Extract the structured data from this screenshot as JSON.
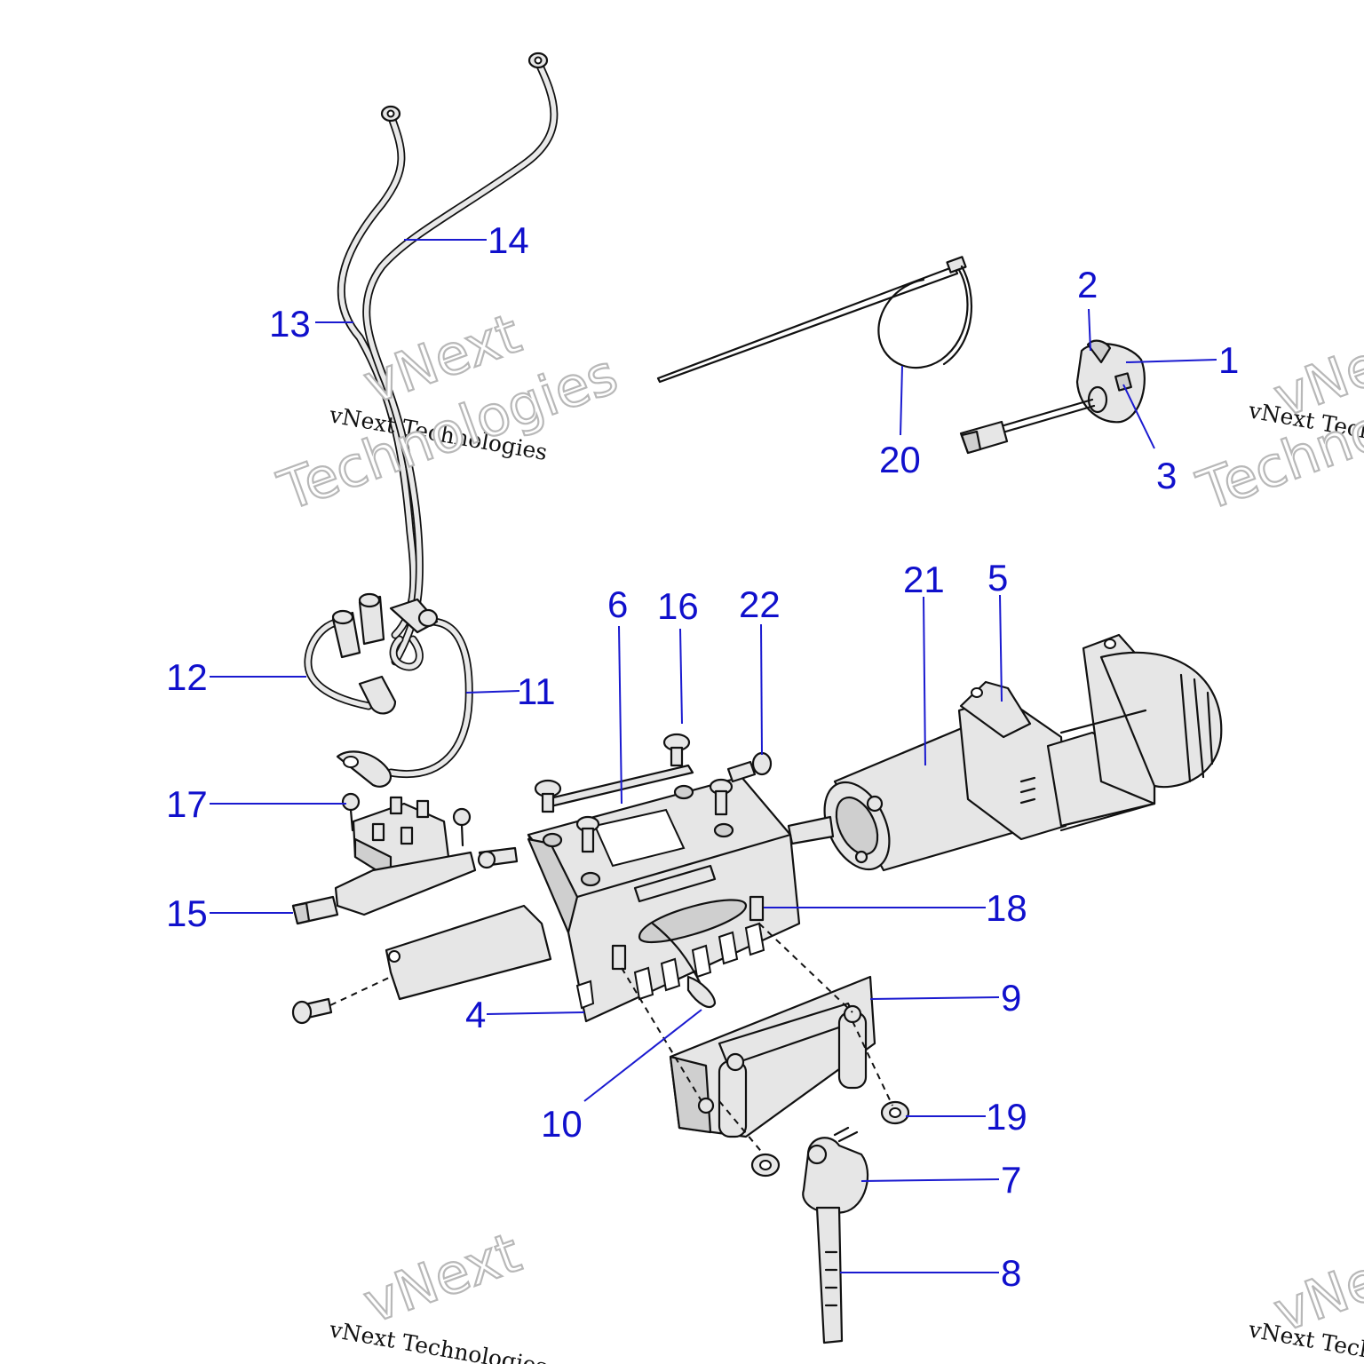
{
  "diagram": {
    "callouts": [
      {
        "id": "1",
        "label": "1"
      },
      {
        "id": "2",
        "label": "2"
      },
      {
        "id": "3",
        "label": "3"
      },
      {
        "id": "4",
        "label": "4"
      },
      {
        "id": "5",
        "label": "5"
      },
      {
        "id": "6",
        "label": "6"
      },
      {
        "id": "7",
        "label": "7"
      },
      {
        "id": "8",
        "label": "8"
      },
      {
        "id": "9",
        "label": "9"
      },
      {
        "id": "10",
        "label": "10"
      },
      {
        "id": "11",
        "label": "11"
      },
      {
        "id": "12",
        "label": "12"
      },
      {
        "id": "13",
        "label": "13"
      },
      {
        "id": "14",
        "label": "14"
      },
      {
        "id": "15",
        "label": "15"
      },
      {
        "id": "16",
        "label": "16"
      },
      {
        "id": "17",
        "label": "17"
      },
      {
        "id": "18",
        "label": "18"
      },
      {
        "id": "19",
        "label": "19"
      },
      {
        "id": "20",
        "label": "20"
      },
      {
        "id": "21",
        "label": "21"
      },
      {
        "id": "22",
        "label": "22"
      }
    ],
    "colors": {
      "callout": "#1010cc",
      "line": "#111111",
      "fill": "#e6e6e6"
    }
  },
  "watermark": {
    "company": "vNext Technologies",
    "line1": "vNext",
    "line2": "Technologies"
  }
}
